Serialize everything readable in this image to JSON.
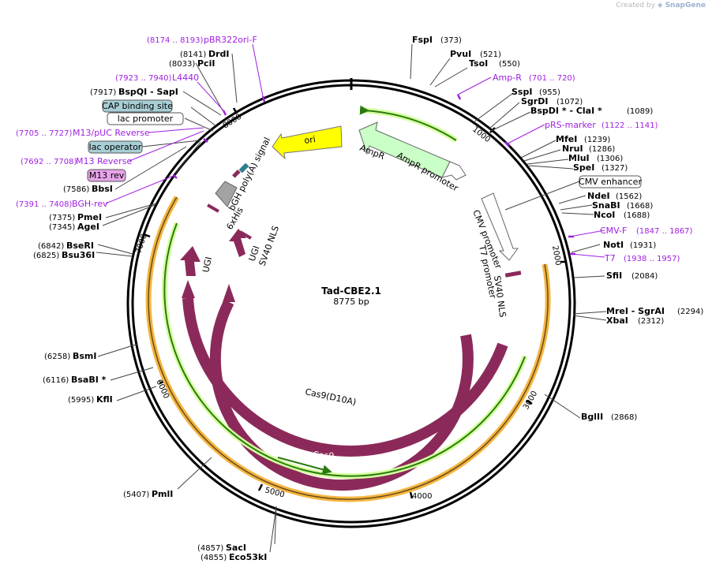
{
  "credit": {
    "prefix": "Created by",
    "brand": "SnapGene"
  },
  "plasmid": {
    "name": "Tad-CBE2.1",
    "size_label": "8775 bp",
    "length": 8775
  },
  "ticks": [
    "1000",
    "2000",
    "3000",
    "4000",
    "5000",
    "6000",
    "7000",
    "8000"
  ],
  "sites": [
    {
      "name": "FspI",
      "pos": "(373)"
    },
    {
      "name": "PvuI",
      "pos": "(521)"
    },
    {
      "name": "TsoI",
      "pos": "(550)"
    },
    {
      "name": "SspI",
      "pos": "(955)"
    },
    {
      "name": "SgrDI",
      "pos": "(1072)"
    },
    {
      "name": "BspDI * - ClaI *",
      "pos": "(1089)"
    },
    {
      "name": "MfeI",
      "pos": "(1239)"
    },
    {
      "name": "NruI",
      "pos": "(1286)"
    },
    {
      "name": "MluI",
      "pos": "(1306)"
    },
    {
      "name": "SpeI",
      "pos": "(1327)"
    },
    {
      "name": "NdeI",
      "pos": "(1562)"
    },
    {
      "name": "SnaBI",
      "pos": "(1668)"
    },
    {
      "name": "NcoI",
      "pos": "(1688)"
    },
    {
      "name": "NotI",
      "pos": "(1931)"
    },
    {
      "name": "SfiI",
      "pos": "(2084)"
    },
    {
      "name": "MreI - SgrAI",
      "pos": "(2294)"
    },
    {
      "name": "XbaI",
      "pos": "(2312)"
    },
    {
      "name": "BglII",
      "pos": "(2868)"
    },
    {
      "name": "SacI",
      "pos": "(4857)"
    },
    {
      "name": "Eco53kI",
      "pos": "(4855)"
    },
    {
      "name": "PmlI",
      "pos": "(5407)"
    },
    {
      "name": "KflI",
      "pos": "(5995)"
    },
    {
      "name": "BsaBI *",
      "pos": "(6116)"
    },
    {
      "name": "BsmI",
      "pos": "(6258)"
    },
    {
      "name": "Bsu36I",
      "pos": "(6825)"
    },
    {
      "name": "BseRI",
      "pos": "(6842)"
    },
    {
      "name": "AgeI",
      "pos": "(7345)"
    },
    {
      "name": "PmeI",
      "pos": "(7375)"
    },
    {
      "name": "BbsI",
      "pos": "(7586)"
    },
    {
      "name": "BspQI - SapI",
      "pos": "(7917)"
    },
    {
      "name": "PciI",
      "pos": "(8033)"
    },
    {
      "name": "DrdI",
      "pos": "(8141)"
    }
  ],
  "primers": [
    {
      "name": "Amp-R",
      "pos": "(701 .. 720)"
    },
    {
      "name": "pRS-marker",
      "pos": "(1122 .. 1141)"
    },
    {
      "name": "CMV-F",
      "pos": "(1847 .. 1867)"
    },
    {
      "name": "T7",
      "pos": "(1938 .. 1957)"
    },
    {
      "name": "BGH-rev",
      "pos": "(7391 .. 7408)"
    },
    {
      "name": "M13 Reverse",
      "pos": "(7692 .. 7708)"
    },
    {
      "name": "M13/pUC Reverse",
      "pos": "(7705 .. 7727)"
    },
    {
      "name": "L4440",
      "pos": "(7923 .. 7940)"
    },
    {
      "name": "pBR322ori-F",
      "pos": "(8174 .. 8193)"
    }
  ],
  "boxed_features": [
    {
      "name": "CAP binding site",
      "fill": "#a8cfd6"
    },
    {
      "name": "lac promoter",
      "fill": "#ffffff"
    },
    {
      "name": "lac operator",
      "fill": "#a8cfd6"
    },
    {
      "name": "M13 rev",
      "fill": "#e7a4ea"
    },
    {
      "name": "CMV enhancer",
      "fill": "#ffffff"
    }
  ],
  "features": {
    "ori": "ori",
    "ampr": "AmpR",
    "ampr_promoter": "AmpR promoter",
    "bgh": "bGH poly(A) signal",
    "his": "6xHis",
    "ugi_a": "UGI",
    "ugi_b": "UGI",
    "sv40_nls_a": "SV40 NLS",
    "cmv_promoter": "CMV promoter",
    "t7_promoter": "T7 promoter",
    "sv40_nls_b": "SV40 NLS",
    "cas9_d10a": "Cas9(D10A)",
    "cas9": "Cas9"
  },
  "colors": {
    "enzyme": "#000000",
    "primer": "#a020e0",
    "cas9": "#8b2a5a",
    "ori": "#ffff00",
    "ampr": "#cbffc8",
    "orf_orange": "#f3b640",
    "orf_green": "#46a820",
    "bgh": "#a3a3a3"
  }
}
